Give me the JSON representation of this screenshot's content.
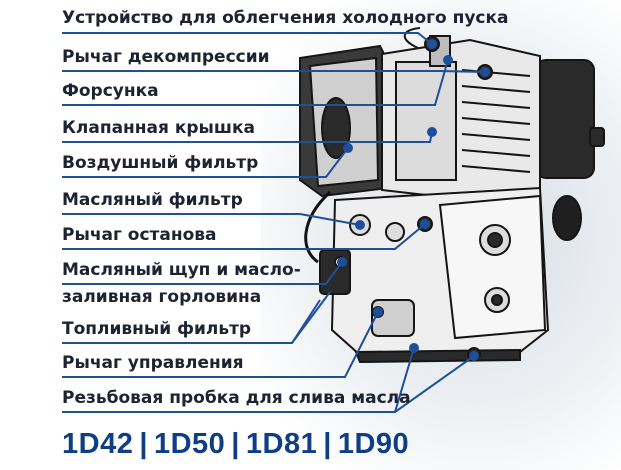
{
  "labels": [
    "Устройство для облегчения холодного пуска",
    "Рычаг декомпрессии",
    "Форсунка",
    "Клапанная крышка",
    "Воздушный фильтр",
    "Масляный фильтр",
    "Рычаг останова",
    "Масляный щуп и масло-",
    "заливная горловина",
    "Топливный фильтр",
    "Рычаг управления",
    "Резьбовая пробка для слива масла"
  ],
  "models": [
    "1D42",
    "1D50",
    "1D81",
    "1D90"
  ],
  "colors": {
    "title": "#0f3e86",
    "lines": "#1f4f99",
    "label": "#1d2330"
  }
}
